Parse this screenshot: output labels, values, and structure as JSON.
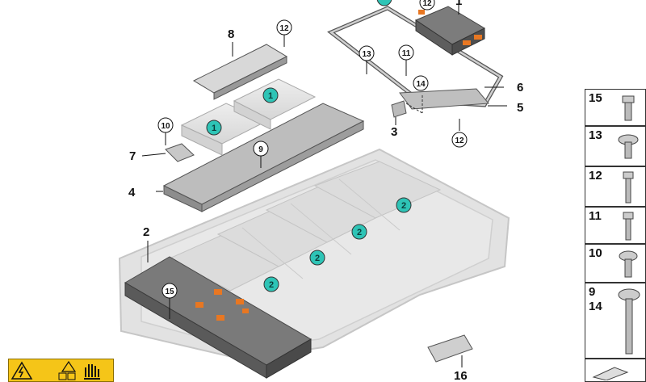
{
  "callouts": {
    "c1": "1",
    "c2": "2",
    "c3": "3",
    "c4": "4",
    "c5": "5",
    "c6": "6",
    "c7": "7",
    "c8": "8",
    "c9": "9",
    "c10": "10",
    "c11": "11",
    "c12": "12",
    "c13": "13",
    "c14": "14",
    "c15": "15",
    "c16": "16"
  },
  "fastener_panel": {
    "rows": [
      {
        "label": "15"
      },
      {
        "label": "13"
      },
      {
        "label": "12"
      },
      {
        "label": "11"
      },
      {
        "label": "10"
      },
      {
        "label": "9"
      },
      {
        "label": "14"
      }
    ]
  },
  "colors": {
    "teal_callout": "#2ec4b6",
    "module_orange": "#e87722",
    "warning_yellow": "#f5c518"
  },
  "icons": [
    "high-voltage-warning-icon",
    "general-warning-icon",
    "battery-icon",
    "protective-glove-icon"
  ]
}
